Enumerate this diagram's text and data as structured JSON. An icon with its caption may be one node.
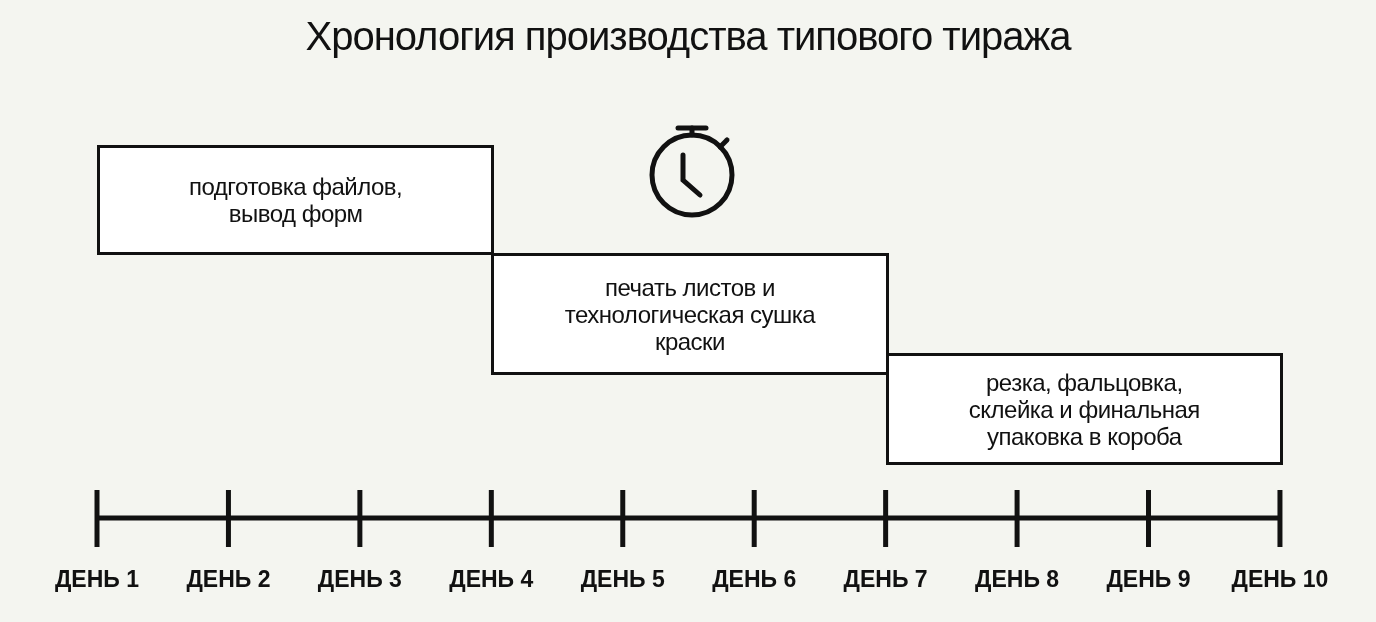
{
  "diagram": {
    "title": "Хронология производства типового тиража",
    "nodes": [
      {
        "text": [
          "подготовка файлов, вывод форм"
        ]
      },
      {
        "text": [
          "печать листов и технологическая сушка краски"
        ]
      },
      {
        "text": [
          "резка, фальцовка, склейка и финальная упаковка в короба"
        ]
      }
    ],
    "labels": [
      "ДЕНЬ 1",
      "ДЕНЬ 2",
      "ДЕНЬ 3",
      "ДЕНЬ 4",
      "ДЕНЬ 5",
      "ДЕНЬ 6",
      "ДЕНЬ 7",
      "ДЕНЬ 8",
      "ДЕНЬ 9",
      "ДЕНЬ 10"
    ]
  }
}
